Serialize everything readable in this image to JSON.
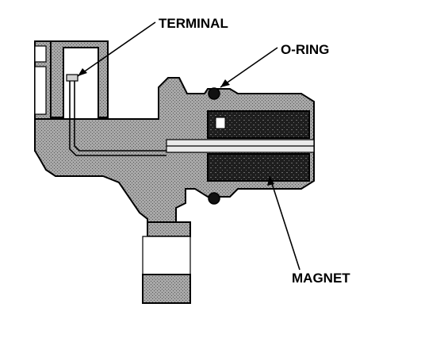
{
  "labels": {
    "terminal": "TERMINAL",
    "o_ring": "O-RING",
    "magnet": "MAGNET"
  },
  "colors": {
    "body_fill": "#a3a3a3",
    "magnet_fill": "#262626",
    "line": "#000000",
    "background": "#ffffff"
  }
}
